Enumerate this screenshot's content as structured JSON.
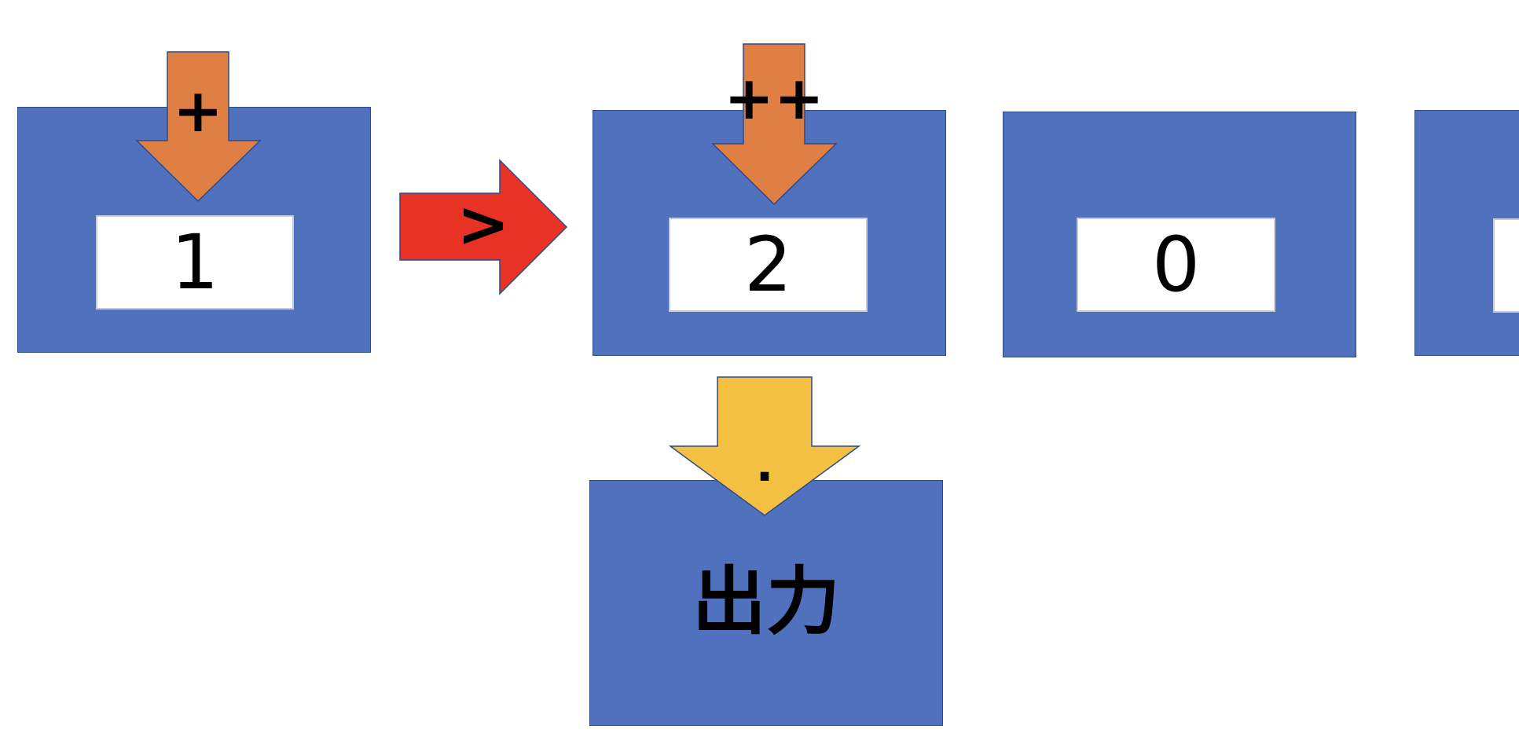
{
  "cells": [
    {
      "value": "1"
    },
    {
      "value": "2"
    },
    {
      "value": "0"
    },
    {
      "value": ""
    }
  ],
  "operations": {
    "increment_first": "+",
    "increment_second": "++",
    "move_right": ">",
    "output": "."
  },
  "output_box": {
    "label": "出力"
  },
  "colors": {
    "cell_fill": "#5072BE",
    "cell_border": "#2F4A8A",
    "increment_arrow": "#E07F43",
    "move_arrow": "#E83324",
    "output_arrow": "#F4C042"
  }
}
